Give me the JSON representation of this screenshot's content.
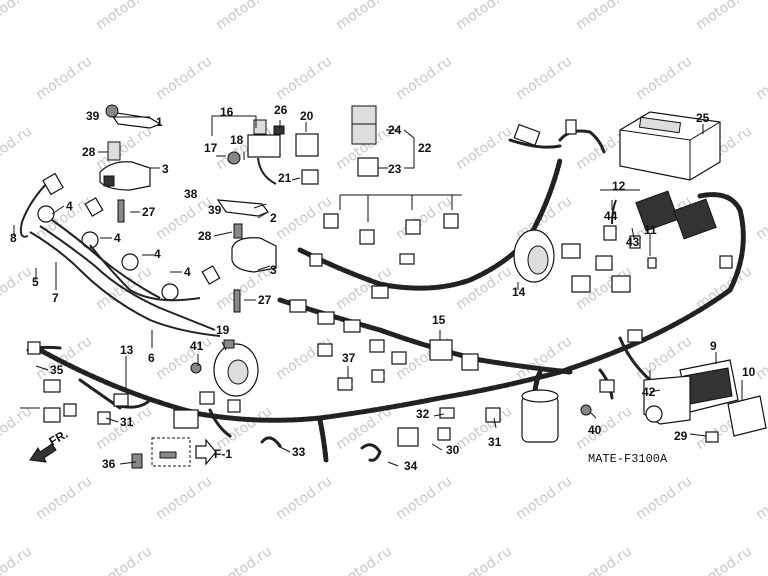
{
  "watermark": "motod.ru",
  "diagram_code": "MATE-F3100A",
  "front_marker": "FR.",
  "ref_marker": "F-1",
  "callouts": [
    "1",
    "2",
    "3",
    "4",
    "5",
    "6",
    "7",
    "8",
    "9",
    "10",
    "11",
    "12",
    "13",
    "14",
    "15",
    "16",
    "17",
    "18",
    "19",
    "20",
    "21",
    "22",
    "23",
    "24",
    "25",
    "26",
    "27",
    "28",
    "29",
    "30",
    "31",
    "32",
    "33",
    "34",
    "35",
    "36",
    "37",
    "38",
    "39",
    "40",
    "41",
    "42",
    "43",
    "44"
  ]
}
